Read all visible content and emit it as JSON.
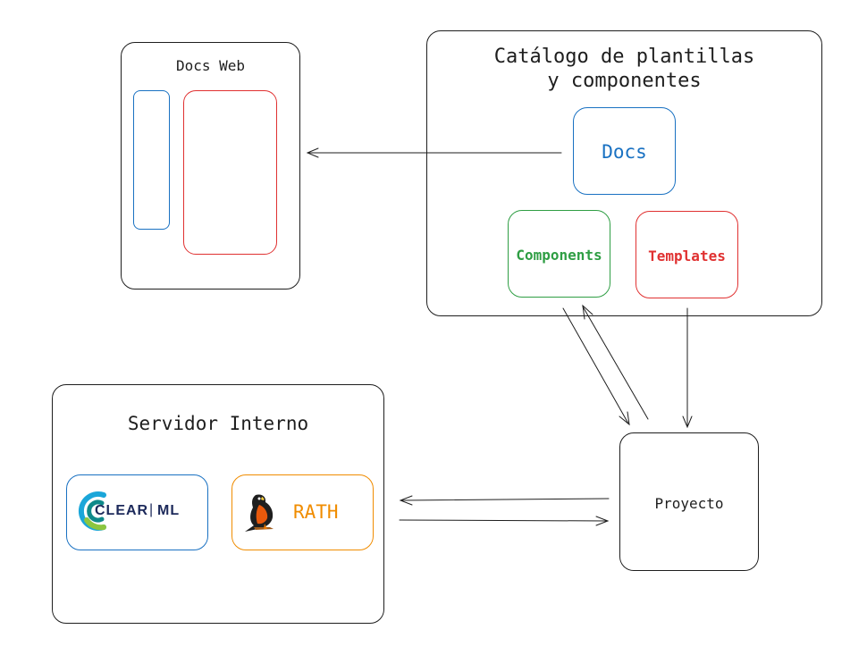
{
  "docs_web": {
    "title": "Docs Web"
  },
  "catalog": {
    "title_line1": "Catálogo de plantillas",
    "title_line2": "y componentes"
  },
  "docs_node": {
    "label": "Docs"
  },
  "components_node": {
    "label": "Components"
  },
  "templates_node": {
    "label": "Templates"
  },
  "servidor": {
    "title": "Servidor Interno"
  },
  "clearml": {
    "brand_left": "CLEAR",
    "brand_sep": "|",
    "brand_right": "ML"
  },
  "rath": {
    "label": "RATH"
  },
  "proyecto": {
    "label": "Proyecto"
  },
  "colors": {
    "ink": "#1e1e1e",
    "blue": "#1971c2",
    "red": "#e03131",
    "green": "#2f9e44",
    "orange": "#f08c00",
    "clearml_navy": "#1d2a5b"
  }
}
